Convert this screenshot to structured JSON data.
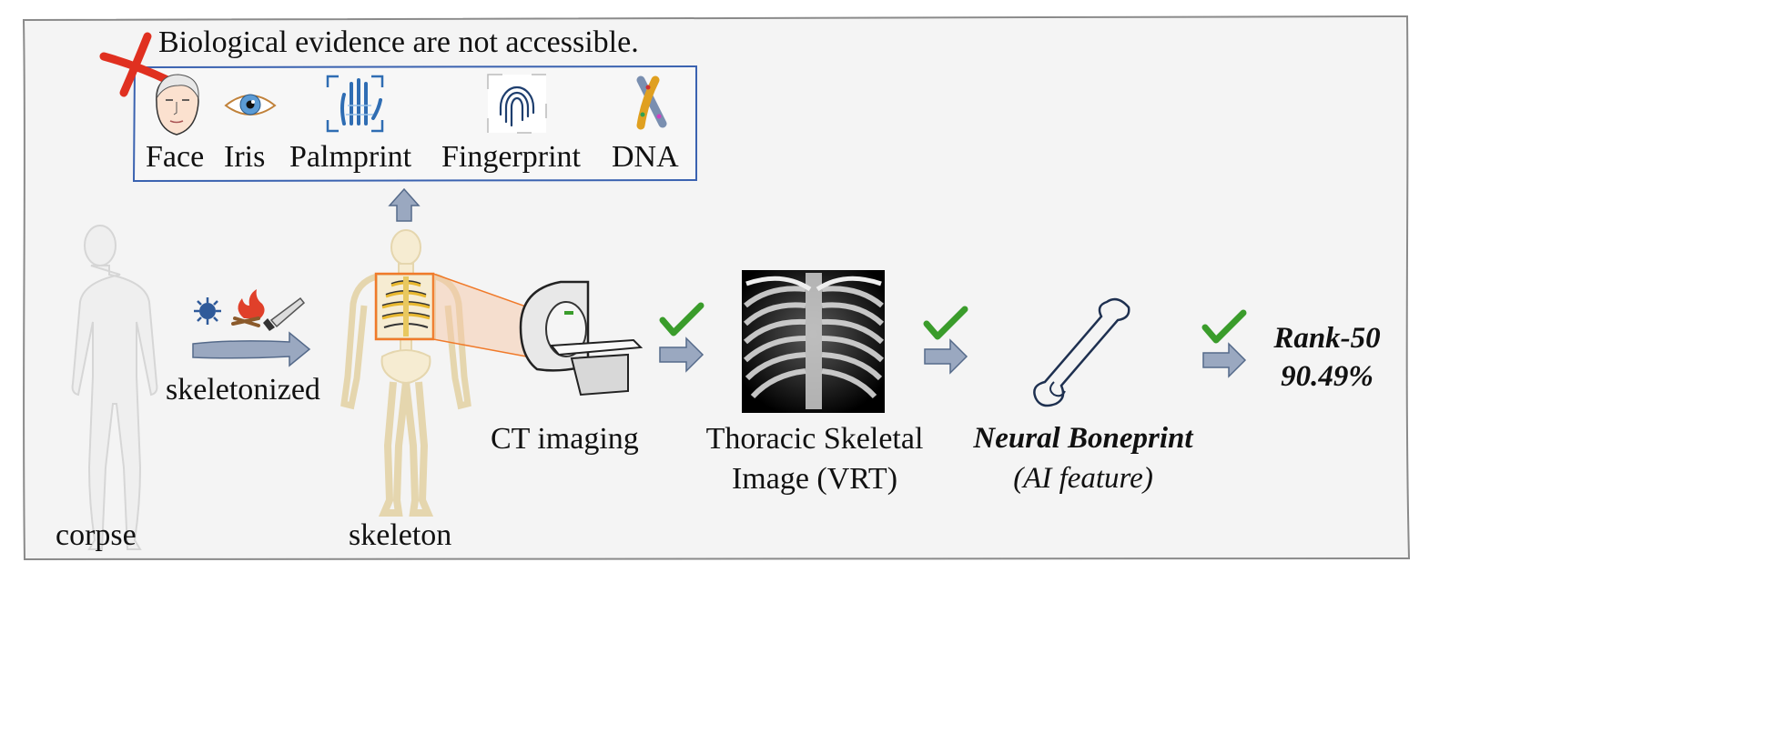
{
  "header": {
    "warning": "Biological evidence are not accessible."
  },
  "biometrics": {
    "items": [
      {
        "label": "Face",
        "icon": "face-icon"
      },
      {
        "label": "Iris",
        "icon": "eye-icon"
      },
      {
        "label": "Palmprint",
        "icon": "palmprint-icon"
      },
      {
        "label": "Fingerprint",
        "icon": "fingerprint-icon"
      },
      {
        "label": "DNA",
        "icon": "dna-chromosome-icon"
      }
    ],
    "status_icon": "red-cross-icon"
  },
  "pipeline": {
    "corpse": "corpse",
    "process": "skeletonized",
    "process_icons": [
      "virus-icon",
      "fire-icon",
      "saw-icon"
    ],
    "skeleton": "skeleton",
    "ct": "CT imaging",
    "vrt_line1": "Thoracic Skeletal",
    "vrt_line2": "Image (VRT)",
    "boneprint": "Neural Boneprint",
    "boneprint_sub": "(AI feature)",
    "rank_label": "Rank-50",
    "rank_value": "90.49%",
    "check_icon": "green-check-icon"
  },
  "colors": {
    "panel_bg": "#f4f4f4",
    "box_border": "#3a62b0",
    "arrow_fill": "#9aa8c0",
    "check": "#3a9c2b",
    "cross": "#e03020",
    "highlight": "#f07a2a"
  }
}
